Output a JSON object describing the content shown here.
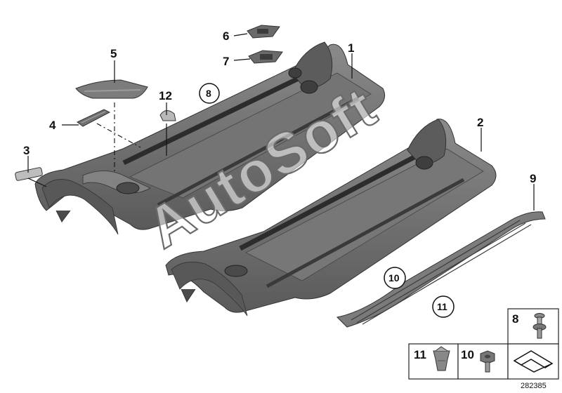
{
  "diagram": {
    "callouts": {
      "p1": "1",
      "p2": "2",
      "p3": "3",
      "p4": "4",
      "p5": "5",
      "p6": "6",
      "p7": "7",
      "p8": "8",
      "p9": "9",
      "p10": "10",
      "p11": "11",
      "p12": "12"
    },
    "legend": {
      "item8": "8",
      "item10": "10",
      "item11": "11"
    },
    "watermark": "AutoSoft",
    "reference_number": "282385"
  },
  "colors": {
    "part_fill": "#6f6f6f",
    "part_dark": "#454545",
    "part_light": "#9a9a9a",
    "line": "#111111"
  }
}
